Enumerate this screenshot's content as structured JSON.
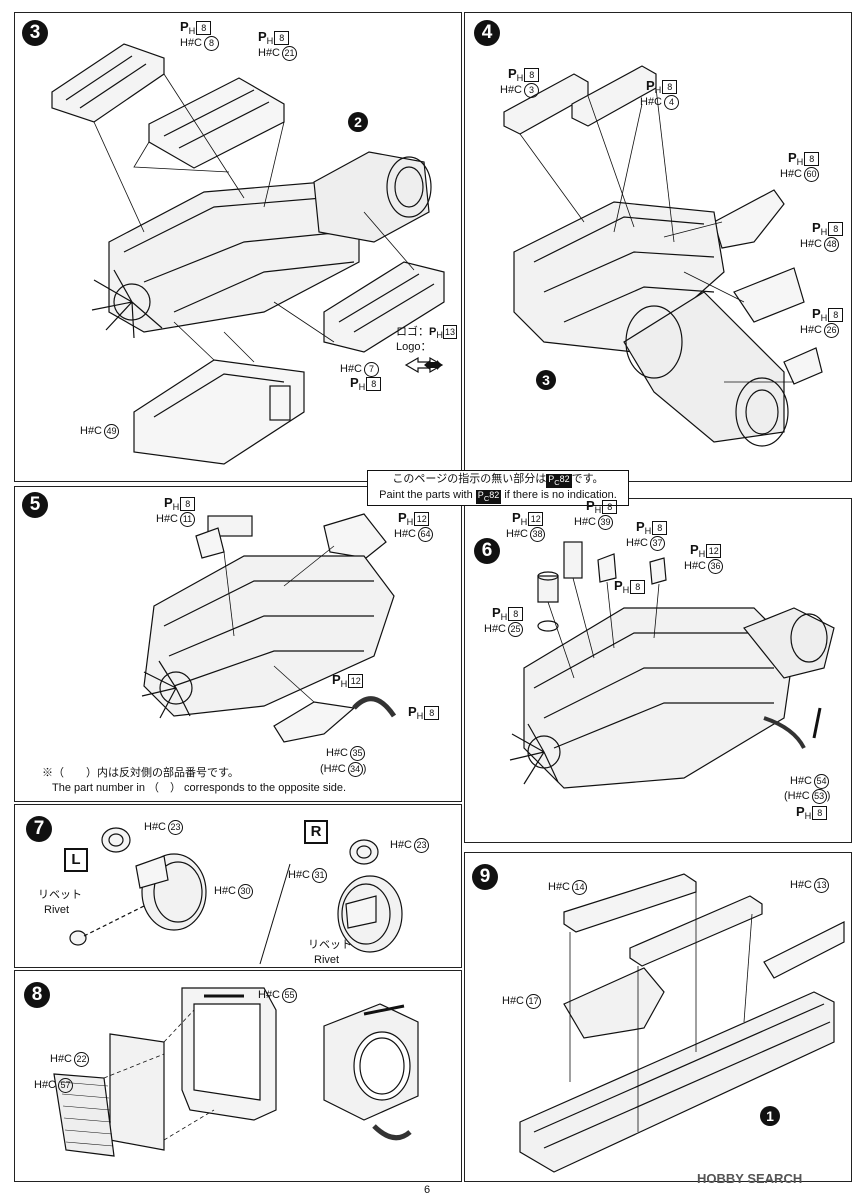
{
  "page_number": "6",
  "watermark": "HOBBY SEARCH",
  "global_note": {
    "jp": "このページの指示の無い部分は",
    "jp_code": "82",
    "jp_tail": "です。",
    "en_a": "Paint the parts with",
    "en_code": "82",
    "en_b": "if there is no indication."
  },
  "steps": {
    "s3": {
      "num": "3",
      "sub": "2",
      "labels": [
        {
          "p": "8",
          "h": "8"
        },
        {
          "p": "8",
          "h": "21"
        },
        {
          "h": "7",
          "p": "8"
        },
        {
          "h": "49"
        }
      ],
      "logo_jp": "ロゴ：",
      "logo_en": "Logo：",
      "logo_p": "13"
    },
    "s4": {
      "num": "4",
      "sub": "3",
      "labels": [
        {
          "p": "8",
          "h": "3"
        },
        {
          "p": "8",
          "h": "4"
        },
        {
          "p": "8",
          "h": "60"
        },
        {
          "p": "8",
          "h": "48"
        },
        {
          "p": "8",
          "h": "26"
        }
      ]
    },
    "s5": {
      "num": "5",
      "labels": [
        {
          "p": "8",
          "h": "11"
        },
        {
          "p": "12",
          "h": "64"
        },
        {
          "p": "12"
        },
        {
          "p": "8"
        },
        {
          "h": "35",
          "h2": "34"
        }
      ],
      "note_jp": "※（　　）内は反対側の部品番号です。",
      "note_en": "The part number in （　） corresponds to the opposite side."
    },
    "s6": {
      "num": "6",
      "labels": [
        {
          "p": "12",
          "h": "38"
        },
        {
          "p": "8",
          "h": "39"
        },
        {
          "p": "8",
          "h": "37"
        },
        {
          "p": "12",
          "h": "36"
        },
        {
          "p": "8"
        },
        {
          "p": "8",
          "h": "25"
        },
        {
          "h": "54",
          "h2": "53",
          "p": "8"
        }
      ]
    },
    "s7": {
      "num": "7",
      "left": "L",
      "right": "R",
      "labels": [
        {
          "h": "23"
        },
        {
          "h": "30"
        },
        {
          "h": "23"
        },
        {
          "h": "31"
        }
      ],
      "rivet_jp": "リベット",
      "rivet_en": "Rivet"
    },
    "s8": {
      "num": "8",
      "labels": [
        {
          "h": "55"
        },
        {
          "h": "22"
        },
        {
          "h": "57"
        }
      ]
    },
    "s9": {
      "num": "9",
      "sub": "1",
      "labels": [
        {
          "h": "14"
        },
        {
          "h": "13"
        },
        {
          "h": "17"
        }
      ]
    }
  },
  "text": {
    "hc": "H#C",
    "p": "P",
    "h_sub": "H",
    "c_sub": "C"
  }
}
